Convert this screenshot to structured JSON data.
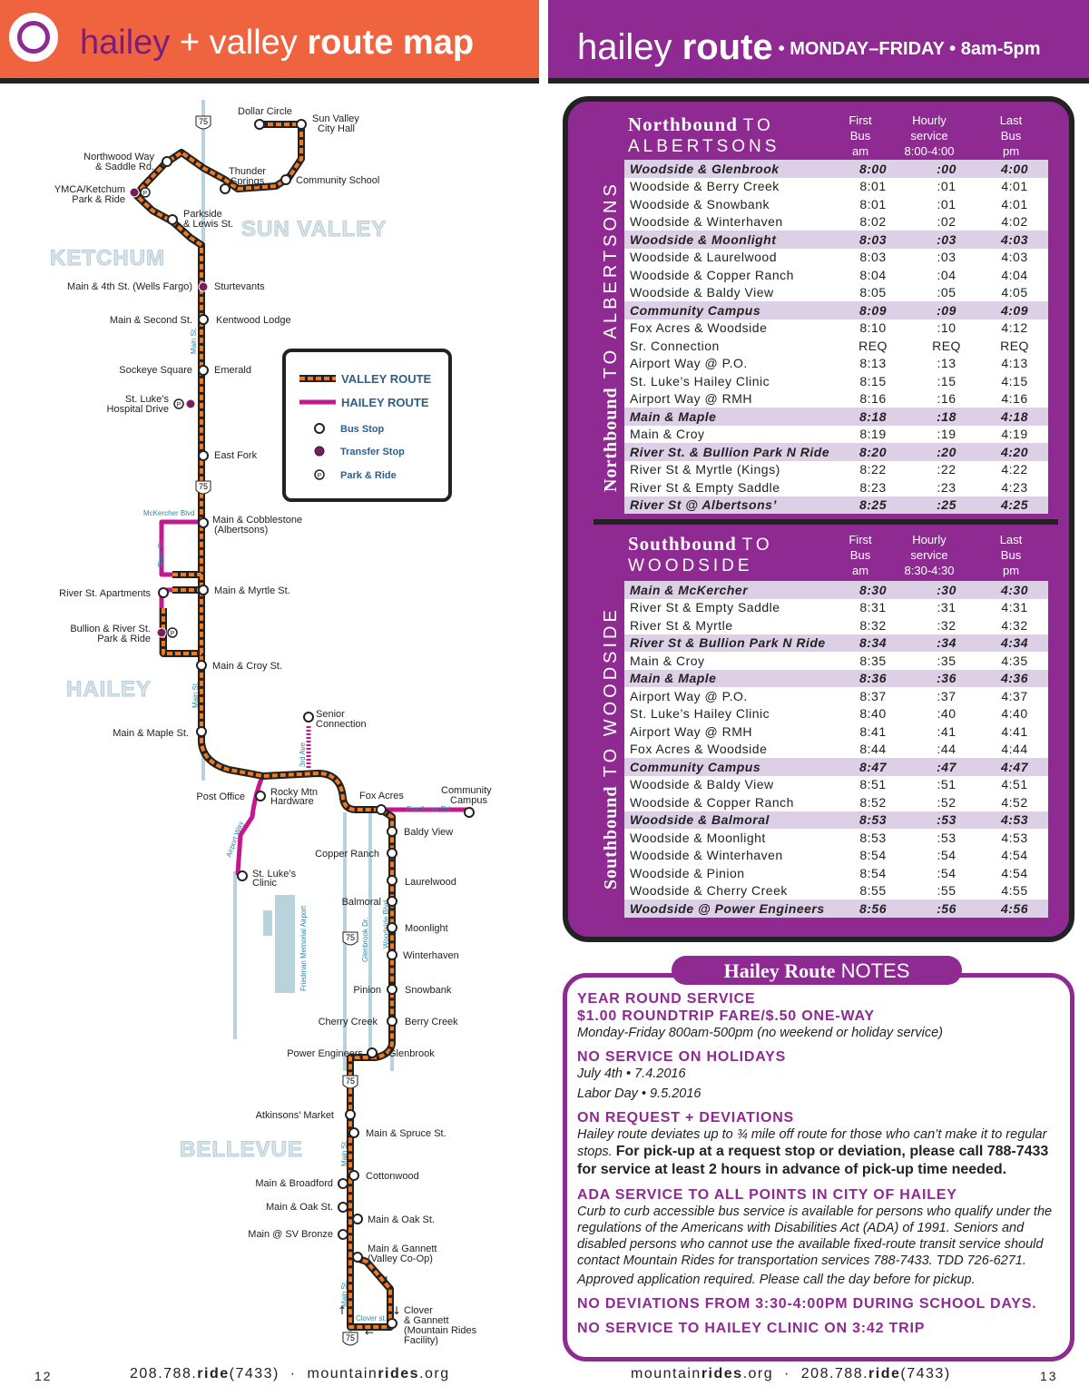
{
  "header_left": {
    "word1": "hailey",
    "plus": "+",
    "word2": "valley",
    "word3": "route map"
  },
  "header_right": {
    "word1": "hailey",
    "word2": "route",
    "sub": "• MONDAY–FRIDAY • 8am-5pm"
  },
  "map": {
    "towns": [
      "KETCHUM",
      "SUN VALLEY",
      "HAILEY",
      "BELLEVUE"
    ],
    "legend": {
      "valley_route": "VALLEY ROUTE",
      "hailey_route": "HAILEY ROUTE",
      "bus_stop": "Bus Stop",
      "transfer_stop": "Transfer Stop",
      "park_ride": "Park & Ride"
    },
    "highway": "75",
    "streets": {
      "main_st": "Main St.",
      "mckercher": "McKercher Blvd",
      "river_st": "River St.",
      "third_ave": "3rd Ave",
      "fox_acres_rd": "Fox Acres Rd",
      "airport_way": "Airport Way",
      "glenbrook_dr": "Glenbrook Dr.",
      "woodside_blvd": "Woodside Blvd",
      "clover_st": "Clover st.",
      "airport": "Friedman Memorial Airport",
      "sv_bronze": "Main @ SV Bronze"
    },
    "stops": [
      {
        "id": "dollar",
        "label": "Dollar Circle"
      },
      {
        "id": "svcity1",
        "label": "Sun Valley"
      },
      {
        "id": "svcity2",
        "label": "City Hall"
      },
      {
        "id": "northwood1",
        "label": "Northwood Way"
      },
      {
        "id": "northwood2",
        "label": "& Saddle Rd."
      },
      {
        "id": "thunder1",
        "label": "Thunder"
      },
      {
        "id": "thunder2",
        "label": "Springs"
      },
      {
        "id": "community_school",
        "label": "Community School"
      },
      {
        "id": "ymca1",
        "label": "YMCA/Ketchum"
      },
      {
        "id": "ymca2",
        "label": "Park & Ride"
      },
      {
        "id": "parkside1",
        "label": "Parkside"
      },
      {
        "id": "parkside2",
        "label": "& Lewis St."
      },
      {
        "id": "main4th",
        "label": "Main & 4th St. (Wells Fargo)"
      },
      {
        "id": "sturtevants",
        "label": "Sturtevants"
      },
      {
        "id": "main2nd",
        "label": "Main & Second St."
      },
      {
        "id": "kentwood",
        "label": "Kentwood Lodge"
      },
      {
        "id": "sockeye",
        "label": "Sockeye Square"
      },
      {
        "id": "emerald",
        "label": "Emerald"
      },
      {
        "id": "stlukes1",
        "label": "St. Luke’s"
      },
      {
        "id": "stlukes2",
        "label": "Hospital Drive"
      },
      {
        "id": "eastfork",
        "label": "East Fork"
      },
      {
        "id": "cobble1",
        "label": "Main & Cobblestone"
      },
      {
        "id": "cobble2",
        "label": "(Albertsons)"
      },
      {
        "id": "riverapts",
        "label": "River St. Apartments"
      },
      {
        "id": "mainmyrtle",
        "label": "Main & Myrtle St."
      },
      {
        "id": "bullion1",
        "label": "Bullion & River St."
      },
      {
        "id": "bullion2",
        "label": "Park & Ride"
      },
      {
        "id": "maincroy",
        "label": "Main & Croy St."
      },
      {
        "id": "senior1",
        "label": "Senior"
      },
      {
        "id": "senior2",
        "label": "Connection"
      },
      {
        "id": "mainmaple",
        "label": "Main & Maple St."
      },
      {
        "id": "postoffice",
        "label": "Post Office"
      },
      {
        "id": "rocky1",
        "label": "Rocky Mtn"
      },
      {
        "id": "rocky2",
        "label": "Hardware"
      },
      {
        "id": "foxacres",
        "label": "Fox Acres"
      },
      {
        "id": "community1",
        "label": "Community"
      },
      {
        "id": "community2",
        "label": "Campus"
      },
      {
        "id": "baldyview",
        "label": "Baldy View"
      },
      {
        "id": "copper",
        "label": "Copper Ranch"
      },
      {
        "id": "stlclinic1",
        "label": "St. Luke’s"
      },
      {
        "id": "stlclinic2",
        "label": "Clinic"
      },
      {
        "id": "laurelwood",
        "label": "Laurelwood"
      },
      {
        "id": "balmoral",
        "label": "Balmoral"
      },
      {
        "id": "moonlight",
        "label": "Moonlight"
      },
      {
        "id": "winterhaven",
        "label": "Winterhaven"
      },
      {
        "id": "pinion",
        "label": "Pinion"
      },
      {
        "id": "snowbank",
        "label": "Snowbank"
      },
      {
        "id": "cherry",
        "label": "Cherry Creek"
      },
      {
        "id": "berry",
        "label": "Berry Creek"
      },
      {
        "id": "powereng",
        "label": "Power Engineers"
      },
      {
        "id": "glenbrook",
        "label": "Glenbrook"
      },
      {
        "id": "atkinsons",
        "label": "Atkinsons’ Market"
      },
      {
        "id": "spruce",
        "label": "Main & Spruce St."
      },
      {
        "id": "cottonwood",
        "label": "Cottonwood"
      },
      {
        "id": "broadford",
        "label": "Main & Broadford"
      },
      {
        "id": "oak_w",
        "label": "Main & Oak St."
      },
      {
        "id": "oak_e",
        "label": "Main & Oak St."
      },
      {
        "id": "gannett1",
        "label": "Main & Gannett"
      },
      {
        "id": "gannett2",
        "label": "(Valley Co-Op)"
      },
      {
        "id": "clover1",
        "label": "Clover"
      },
      {
        "id": "clover2",
        "label": "& Gannett"
      },
      {
        "id": "clover3",
        "label": "(Mountain Rides"
      },
      {
        "id": "clover4",
        "label": "Facility)"
      }
    ]
  },
  "schedule": {
    "northbound": {
      "vertical_label_bold": "Northbound",
      "vertical_label_rest": "TO ALBERTSONS",
      "title_bold": "Northbound",
      "title_to": "TO",
      "title_dest": "ALBERTSONS",
      "headers": {
        "first": [
          "First",
          "Bus",
          "am"
        ],
        "hourly": [
          "Hourly",
          "service",
          "8:00-4:00"
        ],
        "last": [
          "Last",
          "Bus",
          "pm"
        ]
      },
      "rows": [
        {
          "stop": "Woodside & Glenbrook",
          "first": "8:00",
          "hourly": ":00",
          "last": "4:00",
          "timepoint": true
        },
        {
          "stop": "Woodside &  Berry Creek",
          "first": "8:01",
          "hourly": ":01",
          "last": "4:01",
          "timepoint": false
        },
        {
          "stop": "Woodside & Snowbank",
          "first": "8:01",
          "hourly": ":01",
          "last": "4:01",
          "timepoint": false
        },
        {
          "stop": "Woodside & Winterhaven",
          "first": "8:02",
          "hourly": ":02",
          "last": "4:02",
          "timepoint": false
        },
        {
          "stop": "Woodside & Moonlight",
          "first": "8:03",
          "hourly": ":03",
          "last": "4:03",
          "timepoint": true
        },
        {
          "stop": "Woodside & Laurelwood",
          "first": "8:03",
          "hourly": ":03",
          "last": "4:03",
          "timepoint": false
        },
        {
          "stop": "Woodside & Copper Ranch",
          "first": "8:04",
          "hourly": ":04",
          "last": "4:04",
          "timepoint": false
        },
        {
          "stop": "Woodside & Baldy View",
          "first": "8:05",
          "hourly": ":05",
          "last": "4:05",
          "timepoint": false
        },
        {
          "stop": "Community Campus",
          "first": "8:09",
          "hourly": ":09",
          "last": "4:09",
          "timepoint": true
        },
        {
          "stop": "Fox Acres & Woodside",
          "first": "8:10",
          "hourly": ":10",
          "last": "4:12",
          "timepoint": false
        },
        {
          "stop": "Sr. Connection",
          "first": "REQ",
          "hourly": "REQ",
          "last": "REQ",
          "timepoint": false
        },
        {
          "stop": "Airport Way @ P.O.",
          "first": "8:13",
          "hourly": ":13",
          "last": "4:13",
          "timepoint": false
        },
        {
          "stop": "St. Luke’s Hailey Clinic",
          "first": "8:15",
          "hourly": ":15",
          "last": "4:15",
          "timepoint": false
        },
        {
          "stop": "Airport Way @ RMH",
          "first": "8:16",
          "hourly": ":16",
          "last": "4:16",
          "timepoint": false
        },
        {
          "stop": "Main & Maple",
          "first": "8:18",
          "hourly": ":18",
          "last": "4:18",
          "timepoint": true
        },
        {
          "stop": "Main & Croy",
          "first": "8:19",
          "hourly": ":19",
          "last": "4:19",
          "timepoint": false
        },
        {
          "stop": "River St. & Bullion Park N Ride",
          "first": "8:20",
          "hourly": ":20",
          "last": "4:20",
          "timepoint": true
        },
        {
          "stop": "River St & Myrtle (Kings)",
          "first": "8:22",
          "hourly": ":22",
          "last": "4:22",
          "timepoint": false
        },
        {
          "stop": "River St & Empty Saddle",
          "first": "8:23",
          "hourly": ":23",
          "last": "4:23",
          "timepoint": false
        },
        {
          "stop": "River St @ Albertsons’",
          "first": "8:25",
          "hourly": ":25",
          "last": "4:25",
          "timepoint": true
        }
      ]
    },
    "southbound": {
      "vertical_label_bold": "Southbound",
      "vertical_label_rest": "TO WOODSIDE",
      "title_bold": "Southbound",
      "title_to": "TO",
      "title_dest": "WOODSIDE",
      "headers": {
        "first": [
          "First",
          "Bus",
          "am"
        ],
        "hourly": [
          "Hourly",
          "service",
          "8:30-4:30"
        ],
        "last": [
          "Last",
          "Bus",
          "pm"
        ]
      },
      "rows": [
        {
          "stop": "Main & McKercher",
          "first": "8:30",
          "hourly": ":30",
          "last": "4:30",
          "timepoint": true
        },
        {
          "stop": "River St & Empty Saddle",
          "first": "8:31",
          "hourly": ":31",
          "last": "4:31",
          "timepoint": false
        },
        {
          "stop": "River St & Myrtle",
          "first": "8:32",
          "hourly": ":32",
          "last": "4:32",
          "timepoint": false
        },
        {
          "stop": "River St & Bullion Park N Ride",
          "first": "8:34",
          "hourly": ":34",
          "last": "4:34",
          "timepoint": true
        },
        {
          "stop": "Main & Croy",
          "first": "8:35",
          "hourly": ":35",
          "last": "4:35",
          "timepoint": false
        },
        {
          "stop": "Main & Maple",
          "first": "8:36",
          "hourly": ":36",
          "last": "4:36",
          "timepoint": true
        },
        {
          "stop": "Airport Way @ P.O.",
          "first": "8:37",
          "hourly": ":37",
          "last": "4:37",
          "timepoint": false
        },
        {
          "stop": "St. Luke’s Hailey Clinic",
          "first": "8:40",
          "hourly": ":40",
          "last": "4:40",
          "timepoint": false
        },
        {
          "stop": "Airport Way @ RMH",
          "first": "8:41",
          "hourly": ":41",
          "last": "4:41",
          "timepoint": false
        },
        {
          "stop": "Fox Acres & Woodside",
          "first": "8:44",
          "hourly": ":44",
          "last": "4:44",
          "timepoint": false
        },
        {
          "stop": "Community Campus",
          "first": "8:47",
          "hourly": ":47",
          "last": "4:47",
          "timepoint": true
        },
        {
          "stop": "Woodside & Baldy View",
          "first": "8:51",
          "hourly": ":51",
          "last": "4:51",
          "timepoint": false
        },
        {
          "stop": "Woodside & Copper Ranch",
          "first": "8:52",
          "hourly": ":52",
          "last": "4:52",
          "timepoint": false
        },
        {
          "stop": "Woodside & Balmoral",
          "first": "8:53",
          "hourly": ":53",
          "last": "4:53",
          "timepoint": true
        },
        {
          "stop": "Woodside & Moonlight",
          "first": "8:53",
          "hourly": ":53",
          "last": "4:53",
          "timepoint": false
        },
        {
          "stop": "Woodside & Winterhaven",
          "first": "8:54",
          "hourly": ":54",
          "last": "4:54",
          "timepoint": false
        },
        {
          "stop": "Woodside & Pinion",
          "first": "8:54",
          "hourly": ":54",
          "last": "4:54",
          "timepoint": false
        },
        {
          "stop": "Woodside & Cherry Creek",
          "first": "8:55",
          "hourly": ":55",
          "last": "4:55",
          "timepoint": false
        },
        {
          "stop": "Woodside @ Power Engineers",
          "first": "8:56",
          "hourly": ":56",
          "last": "4:56",
          "timepoint": true
        }
      ]
    }
  },
  "notes": {
    "tab_bold": "Hailey Route",
    "tab_rest": "NOTES",
    "h1": "YEAR ROUND SERVICE",
    "h2": "$1.00 ROUNDTRIP FARE/$.50 ONE-WAY",
    "t1": "Monday-Friday 800am-500pm (no weekend or holiday service)",
    "h3": "NO SERVICE ON HOLIDAYS",
    "t2": "July 4th • 7.4.2016",
    "t3": "Labor Day  •  9.5.2016",
    "h4": "ON REQUEST + DEVIATIONS",
    "t4": "Hailey route deviates up to ¾ mile off route for those who can’t make it to regular stops.",
    "t4b": "For pick-up at a request stop or deviation, please call 788-7433 for service at least 2 hours in advance of pick-up time needed.",
    "h5": "ADA SERVICE TO ALL POINTS IN CITY OF HAILEY",
    "t5": "Curb to curb accessible bus service is available for persons who qualify  under the regulations of the Americans with Disabilities Act (ADA) of 1991. Seniors and disabled persons who cannot use the available fixed-route transit service should contact Mountain Rides for transportation services 788-7433. TDD 726-6271.",
    "t6": "Approved application required. Please call the day before for pickup.",
    "h6": "NO DEVIATIONS FROM 3:30-4:00PM DURING SCHOOL DAYS.",
    "h7": "NO SERVICE TO HAILEY CLINIC ON 3:42 TRIP"
  },
  "footer": {
    "page_left": "12",
    "phone_left_a": "208.788.",
    "phone_left_b": "ride",
    "phone_left_c": "(7433)",
    "sep": "·",
    "site_left_a": "mountain",
    "site_left_b": "rides",
    "site_left_c": ".org",
    "site_right_a": "mountain",
    "site_right_b": "rides",
    "site_right_c": ".org",
    "phone_right_a": "208.788.",
    "phone_right_b": "ride",
    "phone_right_c": "(7433)",
    "page_right": "13"
  },
  "colors": {
    "orange": "#f0633f",
    "purple": "#8e2a92",
    "valley_route": "#f07a20",
    "hailey_route": "#c2198f",
    "road": "#b9d3dc"
  }
}
